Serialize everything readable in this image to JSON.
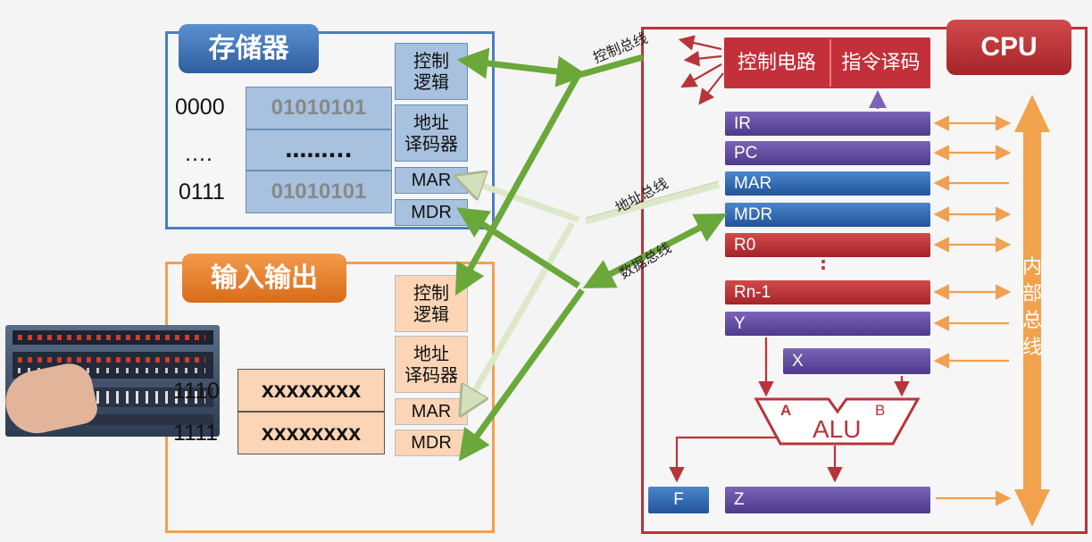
{
  "memory": {
    "title": "存储器",
    "rows": [
      {
        "addr": "0000",
        "value": "01010101"
      },
      {
        "addr": "….",
        "value": "……..."
      },
      {
        "addr": "0111",
        "value": "01010101"
      }
    ],
    "control": "控制\n逻辑",
    "decoder": "地址\n译码器",
    "mar": "MAR",
    "mdr": "MDR"
  },
  "io": {
    "title": "输入输出",
    "rows": [
      {
        "addr": "1110",
        "value": "xxxxxxxx"
      },
      {
        "addr": "1111",
        "value": "xxxxxxxx"
      }
    ],
    "control": "控制\n逻辑",
    "decoder": "地址\n译码器",
    "mar": "MAR",
    "mdr": "MDR"
  },
  "buses": {
    "control": "控制总线",
    "address": "地址总线",
    "data": "数据总线"
  },
  "cpu": {
    "title": "CPU",
    "control_circuit": "控制电路",
    "decode": "指令译码",
    "registers": [
      "IR",
      "PC",
      "MAR",
      "MDR",
      "R0",
      "Rn-1",
      "Y"
    ],
    "reg_x": "X",
    "vdots": ":",
    "internal_bus": "内\n部\n总\n线",
    "alu": "ALU",
    "alu_a": "A",
    "alu_b": "B",
    "flag": "F",
    "z": "Z"
  },
  "colors": {
    "memory": "#3a6fb0",
    "io": "#e8802a",
    "cpu": "#b8343a",
    "purple": "#5b4499",
    "blue": "#2e63a8",
    "red": "#b8343a",
    "bus_green": "#6aa83a",
    "bus_pale": "#dbe6c8",
    "orange": "#f0a050"
  }
}
